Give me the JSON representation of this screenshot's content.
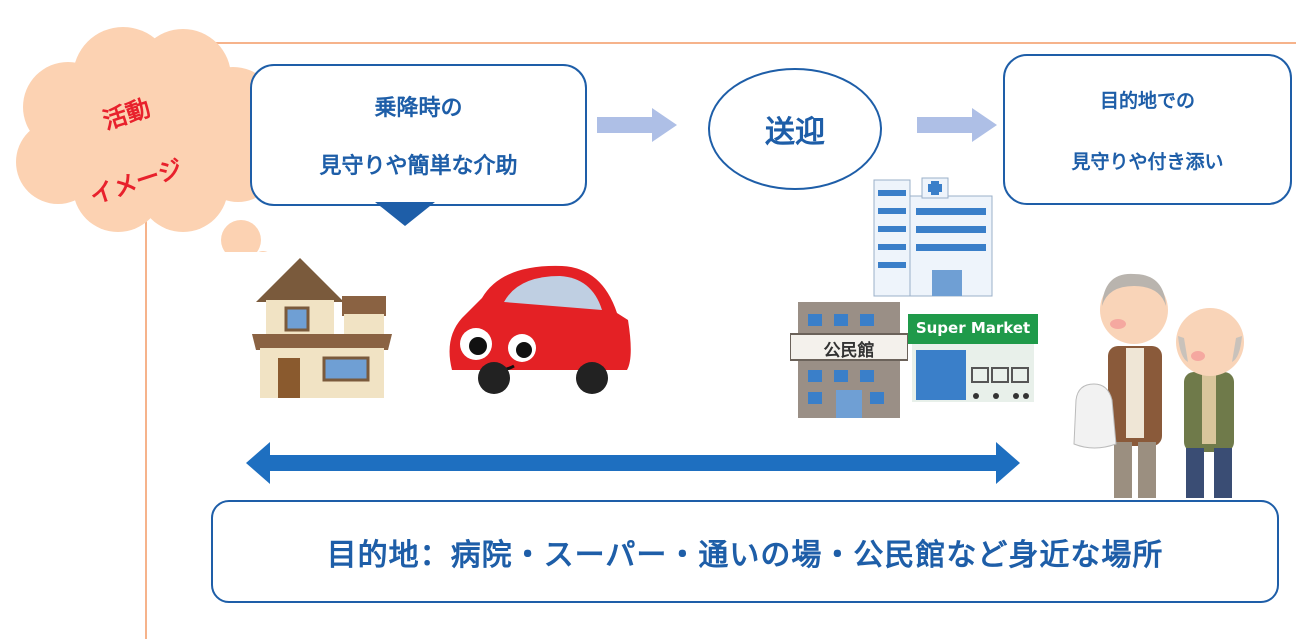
{
  "cloud": {
    "line1": "活動",
    "line2": "イメージ"
  },
  "steps": [
    {
      "line1": "乗降時の",
      "line2": "見守りや簡単な介助"
    },
    {
      "label": "送迎"
    },
    {
      "line1": "目的地での",
      "line2": "見守りや付き添い"
    }
  ],
  "destination": "目的地：病院・スーパー・通いの場・公民館など身近な場所",
  "signs": {
    "community_center": "公民館",
    "supermarket": "Super Market"
  },
  "colors": {
    "frame": "#f6b38b",
    "text_blue": "#1e5ea8",
    "cloud": "#fcd2b2",
    "cloud_text": "#e8212c",
    "arrow_light": "#aebfe6"
  },
  "icons": [
    "thought-cloud-icon",
    "house-icon",
    "red-car-icon",
    "hospital-icon",
    "community-center-icon",
    "supermarket-icon",
    "elderly-couple-icon"
  ]
}
